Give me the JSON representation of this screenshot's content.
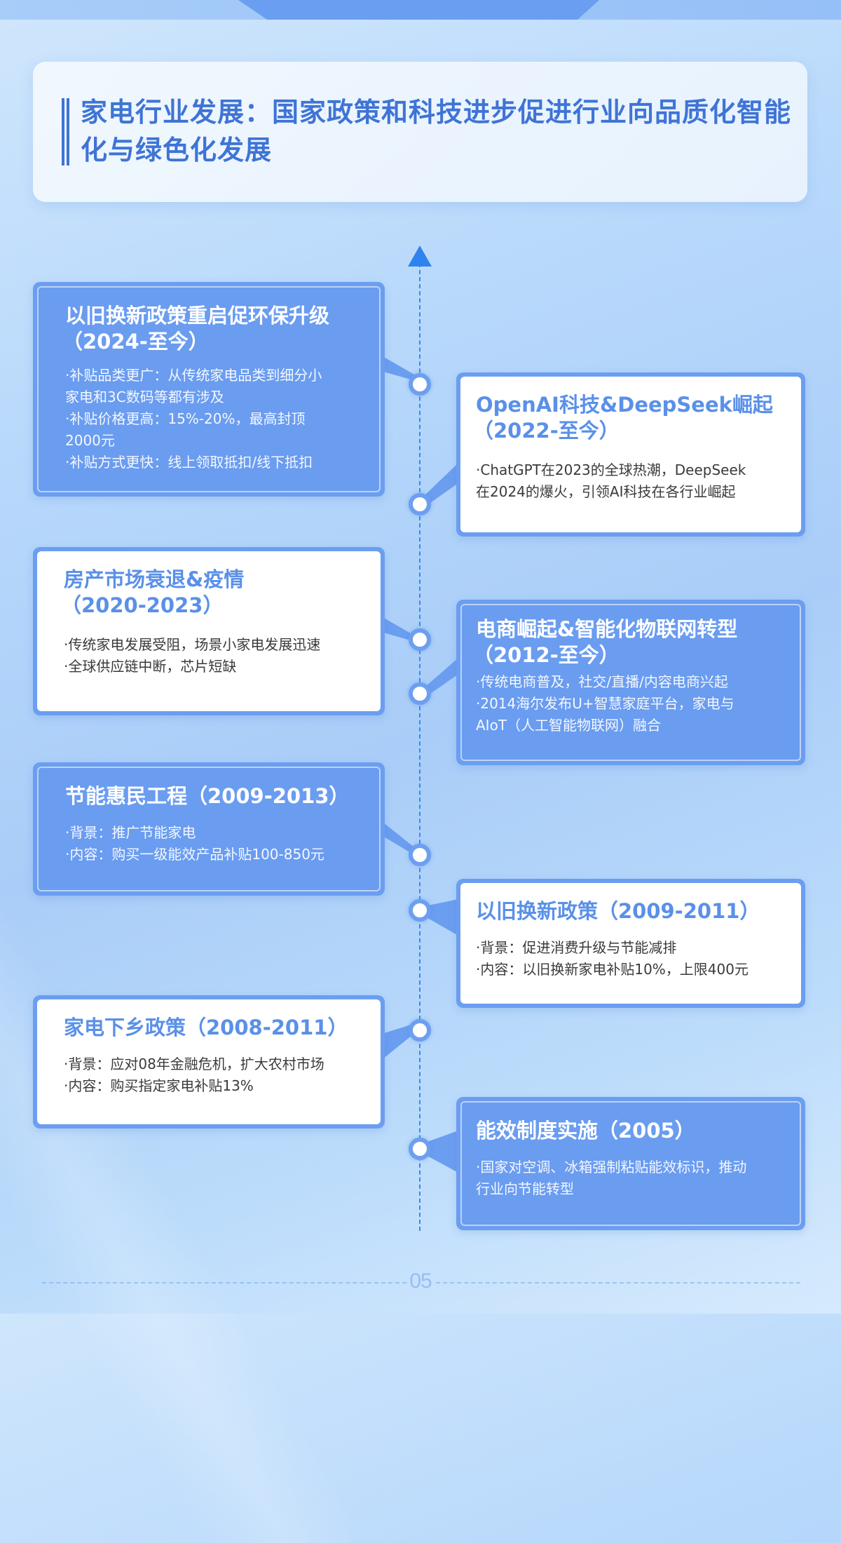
{
  "header": {
    "title": "家电行业发展：国家政策和科技进步促进行业向品质化智能化与绿色化发展"
  },
  "colors": {
    "accent": "#3f74d6",
    "card_fill": "#6a9cf0",
    "timeline": "#2f83ee"
  },
  "timeline": {
    "events": [
      {
        "title": "以旧换新政策重启促环保升级",
        "period": "（2024-至今）",
        "style": "solid",
        "side": "left",
        "lines": [
          "·补贴品类更广：从传统家电品类到细分小",
          "家电和3C数码等都有涉及",
          "·补贴价格更高：15%-20%，最高封顶",
          "2000元",
          "·补贴方式更快：线上领取抵扣/线下抵扣"
        ]
      },
      {
        "title": "OpenAI科技&DeepSeek崛起",
        "period": "（2022-至今）",
        "style": "light",
        "side": "right",
        "lines": [
          "·ChatGPT在2023的全球热潮，DeepSeek",
          "在2024的爆火，引领AI科技在各行业崛起"
        ]
      },
      {
        "title": "房产市场衰退&疫情",
        "period": "（2020-2023）",
        "style": "light",
        "side": "left",
        "lines": [
          "·传统家电发展受阻，场景小家电发展迅速",
          "·全球供应链中断，芯片短缺"
        ]
      },
      {
        "title": "电商崛起&智能化物联网转型",
        "period": "（2012-至今）",
        "style": "solid",
        "side": "right",
        "lines": [
          "·传统电商普及，社交/直播/内容电商兴起",
          "·2014海尔发布U+智慧家庭平台，家电与",
          "AIoT（人工智能物联网）融合"
        ]
      },
      {
        "title": "节能惠民工程（2009-2013）",
        "period": "",
        "style": "solid",
        "side": "left",
        "lines": [
          "·背景：推广节能家电",
          "·内容：购买一级能效产品补贴100-850元"
        ]
      },
      {
        "title": "以旧换新政策（2009-2011）",
        "period": "",
        "style": "light",
        "side": "right",
        "lines": [
          "·背景：促进消费升级与节能减排",
          "·内容：以旧换新家电补贴10%，上限400元"
        ]
      },
      {
        "title": "家电下乡政策（2008-2011）",
        "period": "",
        "style": "light",
        "side": "left",
        "lines": [
          "·背景：应对08年金融危机，扩大农村市场",
          "·内容：购买指定家电补贴13%"
        ]
      },
      {
        "title": "能效制度实施（2005）",
        "period": "",
        "style": "solid",
        "side": "right",
        "lines": [
          "·国家对空调、冰箱强制粘贴能效标识，推动",
          "行业向节能转型"
        ]
      }
    ]
  },
  "footer": {
    "page_number": "05"
  }
}
